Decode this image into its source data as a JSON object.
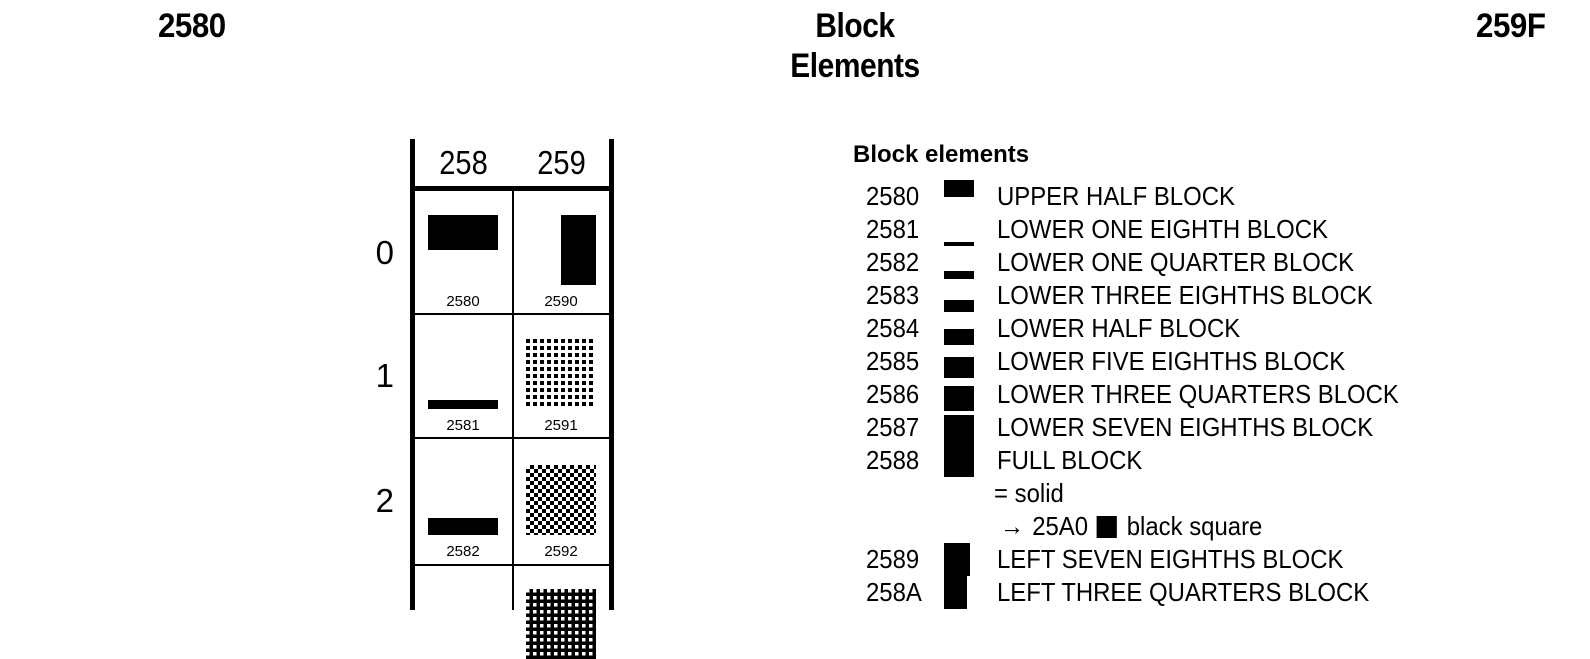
{
  "page_header": {
    "left_code": "2580",
    "title": "Block Elements",
    "right_code": "259F"
  },
  "code_chart": {
    "column_headers": [
      "258",
      "259"
    ],
    "row_labels": [
      "0",
      "1",
      "2"
    ],
    "cells": [
      {
        "code": "2580",
        "glyph": "upper-half-block",
        "col": 0,
        "row": 0
      },
      {
        "code": "2590",
        "glyph": "right-half-block",
        "col": 1,
        "row": 0
      },
      {
        "code": "2581",
        "glyph": "lower-one-eighth-block",
        "col": 0,
        "row": 1
      },
      {
        "code": "2591",
        "glyph": "light-shade",
        "col": 1,
        "row": 1
      },
      {
        "code": "2582",
        "glyph": "lower-one-quarter-block",
        "col": 0,
        "row": 2
      },
      {
        "code": "2592",
        "glyph": "medium-shade",
        "col": 1,
        "row": 2
      },
      {
        "code": "",
        "glyph": "dark-shade",
        "col": 1,
        "row": 3,
        "label_visible": false
      }
    ]
  },
  "names_list": {
    "heading": "Block elements",
    "entries": [
      {
        "type": "char",
        "code": "2580",
        "glyph": "upper-half-block",
        "name": "UPPER HALF BLOCK"
      },
      {
        "type": "char",
        "code": "2581",
        "glyph": "lower-one-eighth-block",
        "name": "LOWER ONE EIGHTH BLOCK"
      },
      {
        "type": "char",
        "code": "2582",
        "glyph": "lower-one-quarter-block",
        "name": "LOWER ONE QUARTER BLOCK"
      },
      {
        "type": "char",
        "code": "2583",
        "glyph": "lower-three-eighths-block",
        "name": "LOWER THREE EIGHTHS BLOCK"
      },
      {
        "type": "char",
        "code": "2584",
        "glyph": "lower-half-block",
        "name": "LOWER HALF BLOCK"
      },
      {
        "type": "char",
        "code": "2585",
        "glyph": "lower-five-eighths-block",
        "name": "LOWER FIVE EIGHTHS BLOCK"
      },
      {
        "type": "char",
        "code": "2586",
        "glyph": "lower-three-quarters-block",
        "name": "LOWER THREE QUARTERS BLOCK"
      },
      {
        "type": "char",
        "code": "2587",
        "glyph": "lower-seven-eighths-block",
        "name": "LOWER SEVEN EIGHTHS BLOCK"
      },
      {
        "type": "char",
        "code": "2588",
        "glyph": "full-block",
        "name": "FULL BLOCK"
      },
      {
        "type": "alias",
        "text": "= solid"
      },
      {
        "type": "xref",
        "arrow": "→",
        "code": "25A0",
        "glyph": "black-square",
        "name": "black square"
      },
      {
        "type": "char",
        "code": "2589",
        "glyph": "left-seven-eighths-block",
        "name": "LEFT SEVEN EIGHTHS BLOCK"
      },
      {
        "type": "char",
        "code": "258A",
        "glyph": "left-three-quarters-block",
        "name": "LEFT THREE QUARTERS BLOCK"
      }
    ]
  }
}
